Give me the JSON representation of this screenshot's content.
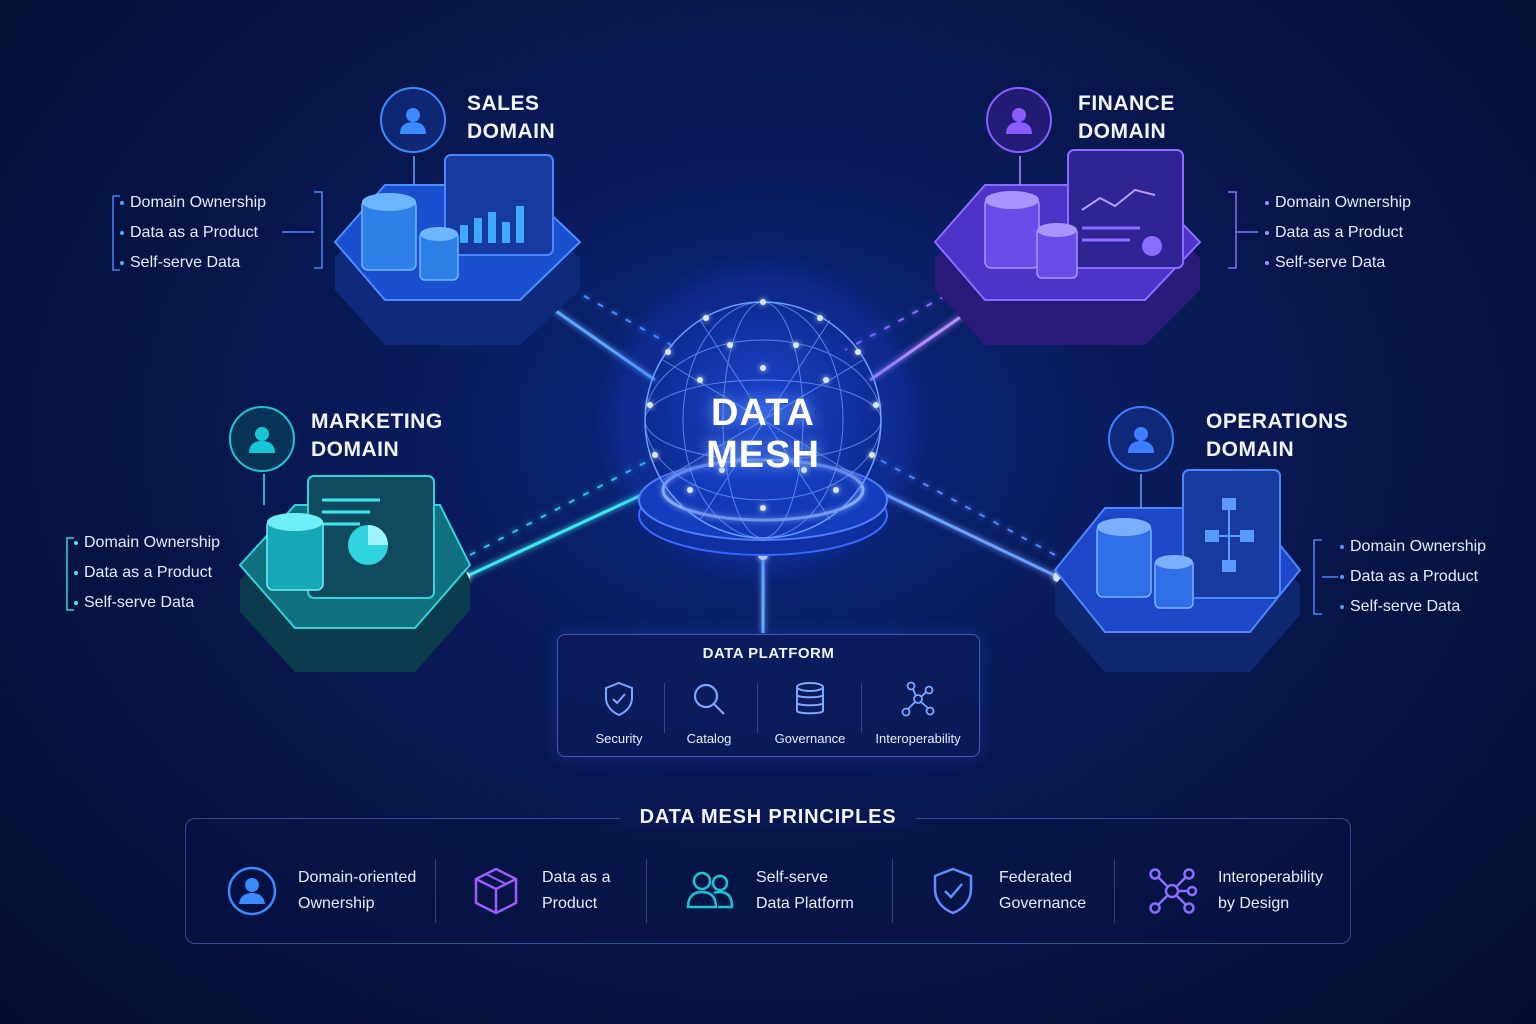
{
  "core": {
    "line1": "DATA",
    "line2": "MESH"
  },
  "domains": [
    {
      "id": "sales",
      "line1": "SALES",
      "line2": "DOMAIN",
      "color": "#3b8bff",
      "icon": "user-icon",
      "bullets": [
        "Domain Ownership",
        "Data as a Product",
        "Self-serve Data"
      ]
    },
    {
      "id": "finance",
      "line1": "FINANCE",
      "line2": "DOMAIN",
      "color": "#8a5cff",
      "icon": "user-icon",
      "bullets": [
        "Domain Ownership",
        "Data as a Product",
        "Self-serve Data"
      ]
    },
    {
      "id": "marketing",
      "line1": "MARKETING",
      "line2": "DOMAIN",
      "color": "#19c6d6",
      "icon": "user-icon",
      "bullets": [
        "Domain Ownership",
        "Data as a Product",
        "Self-serve Data"
      ]
    },
    {
      "id": "operations",
      "line1": "OPERATIONS",
      "line2": "DOMAIN",
      "color": "#3f7dff",
      "icon": "user-icon",
      "bullets": [
        "Domain Ownership",
        "Data as a Product",
        "Self-serve Data"
      ]
    }
  ],
  "platform": {
    "title": "DATA PLATFORM",
    "items": [
      {
        "label": "Security",
        "icon": "shield-check-icon"
      },
      {
        "label": "Catalog",
        "icon": "search-icon"
      },
      {
        "label": "Governance",
        "icon": "database-icon"
      },
      {
        "label": "Interoperability",
        "icon": "network-icon"
      }
    ]
  },
  "principles": {
    "title": "DATA MESH PRINCIPLES",
    "items": [
      {
        "line1": "Domain-oriented",
        "line2": "Ownership",
        "icon": "user-circle-icon",
        "color": "#3b8bff"
      },
      {
        "line1": "Data as a",
        "line2": "Product",
        "icon": "cube-icon",
        "color": "#9b5cff"
      },
      {
        "line1": "Self-serve",
        "line2": "Data Platform",
        "icon": "users-icon",
        "color": "#19c6d6"
      },
      {
        "line1": "Federated",
        "line2": "Governance",
        "icon": "shield-check-icon",
        "color": "#5f8dff"
      },
      {
        "line1": "Interoperability",
        "line2": "by Design",
        "icon": "network-icon",
        "color": "#8a6cff"
      }
    ]
  },
  "colors": {
    "accent": "#4a7dff",
    "background": "#071445"
  }
}
